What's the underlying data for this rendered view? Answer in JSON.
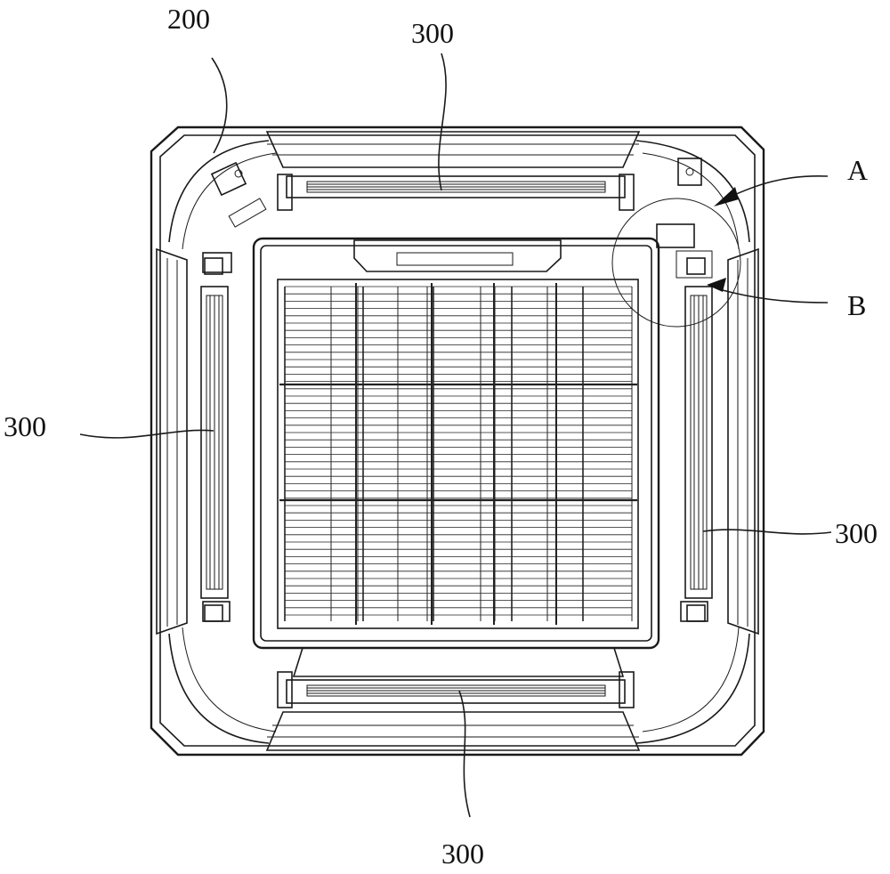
{
  "labels": {
    "panel": "200",
    "louver_top": "300",
    "louver_left": "300",
    "louver_right": "300",
    "louver_bottom": "300",
    "detail_a": "A",
    "detail_b": "B"
  }
}
